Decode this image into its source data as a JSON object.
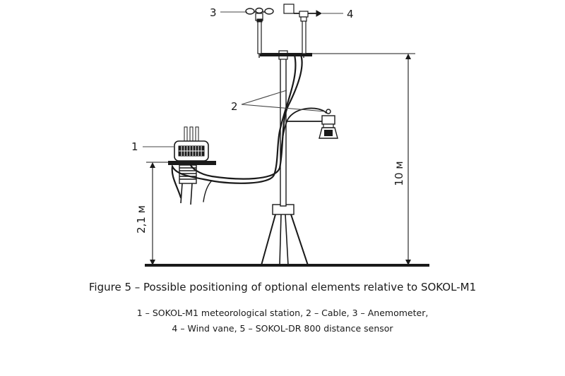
{
  "labels": {
    "station": "1",
    "cable": "2",
    "anemometer": "3",
    "wind_vane": "4",
    "height_station": "2,1 м",
    "height_mast": "10 м"
  },
  "caption": {
    "title": "Figure 5 – Possible positioning of optional elements relative to SOKOL-M1",
    "legend_line1": "1 – SOKOL-M1 meteorological station, 2 – Cable, 3 – Anemometer,",
    "legend_line2": "4 – Wind vane, 5 – SOKOL-DR 800 distance sensor"
  }
}
